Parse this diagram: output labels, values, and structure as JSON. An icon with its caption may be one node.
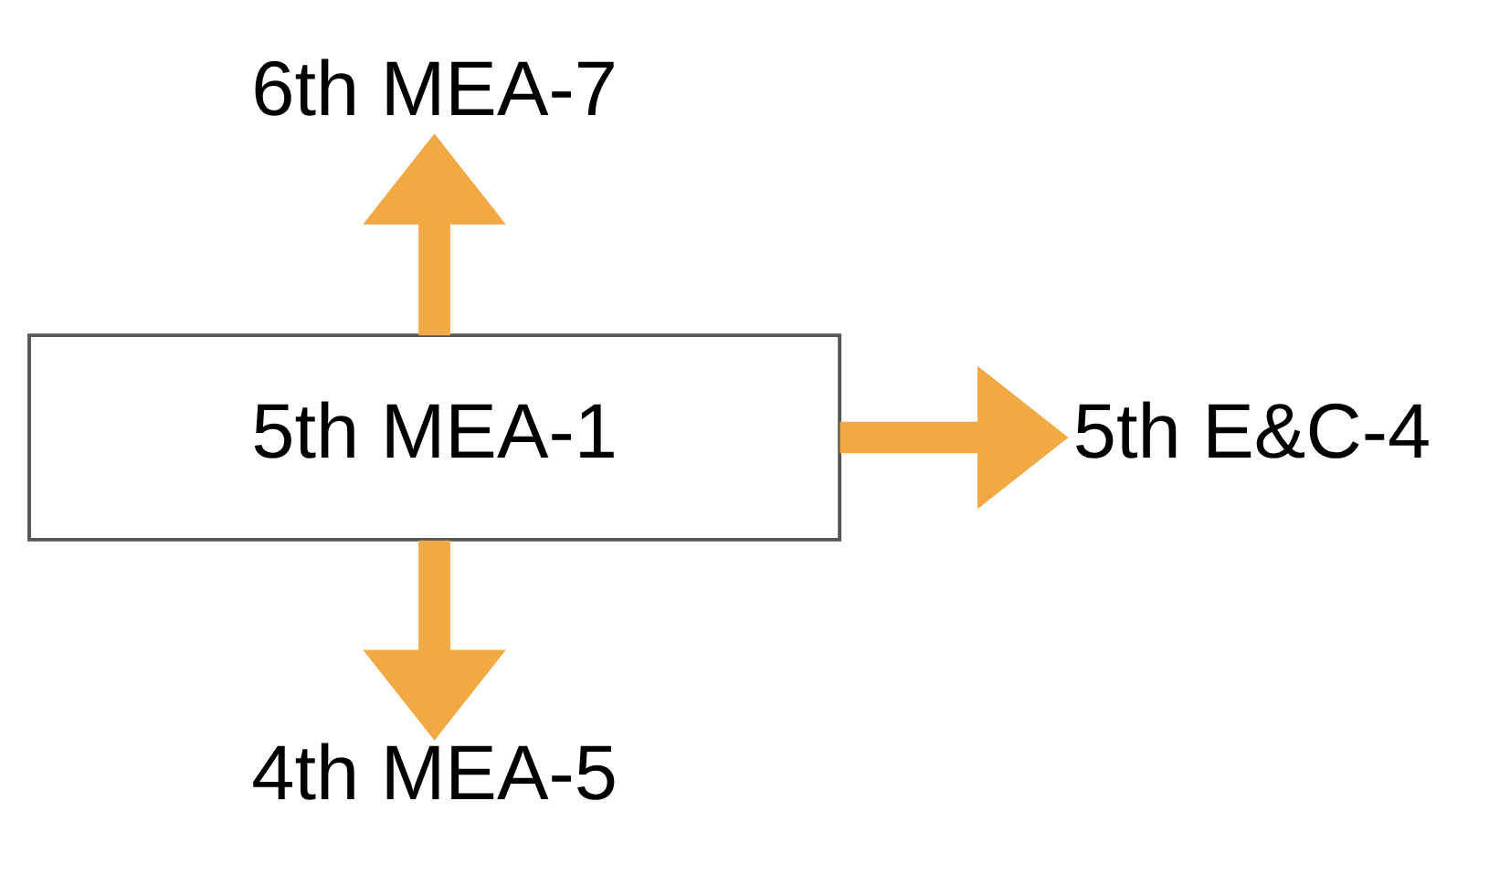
{
  "diagram": {
    "nodes": [
      {
        "text": [
          "5th MEA-1"
        ]
      },
      {
        "text": [
          "6th MEA-7"
        ]
      },
      {
        "text": [
          "5th E&C-4"
        ]
      },
      {
        "text": [
          "4th MEA-5"
        ]
      }
    ],
    "edges": [
      {
        "from": 0,
        "to": 1,
        "arrow": "to"
      },
      {
        "from": 0,
        "to": 2,
        "arrow": "to"
      },
      {
        "from": 0,
        "to": 3,
        "arrow": "to"
      }
    ]
  }
}
